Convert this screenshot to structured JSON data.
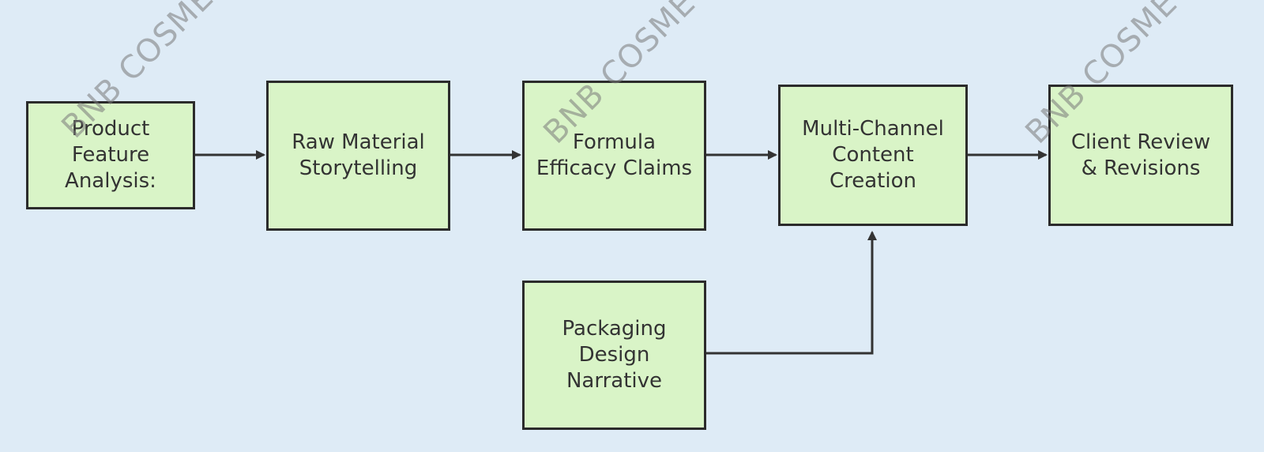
{
  "diagram": {
    "nodes": [
      {
        "id": "product",
        "label": "Product\nFeature\nAnalysis:"
      },
      {
        "id": "raw",
        "label": "Raw Material\nStorytelling"
      },
      {
        "id": "formula",
        "label": "Formula\nEfficacy Claims"
      },
      {
        "id": "multichannel",
        "label": "Multi-Channel\nContent\nCreation"
      },
      {
        "id": "client",
        "label": "Client Review\n& Revisions"
      },
      {
        "id": "packaging",
        "label": "Packaging\nDesign\nNarrative"
      }
    ],
    "edges": [
      {
        "from": "product",
        "to": "raw"
      },
      {
        "from": "raw",
        "to": "formula"
      },
      {
        "from": "formula",
        "to": "multichannel"
      },
      {
        "from": "multichannel",
        "to": "client"
      },
      {
        "from": "packaging",
        "to": "multichannel"
      }
    ],
    "watermark_text": "BNB COSMETICS"
  },
  "colors": {
    "background": "#deebf6",
    "node_fill": "#d9f4c7",
    "node_border": "#2b2b2b",
    "edge": "#333333",
    "text": "#333333"
  }
}
